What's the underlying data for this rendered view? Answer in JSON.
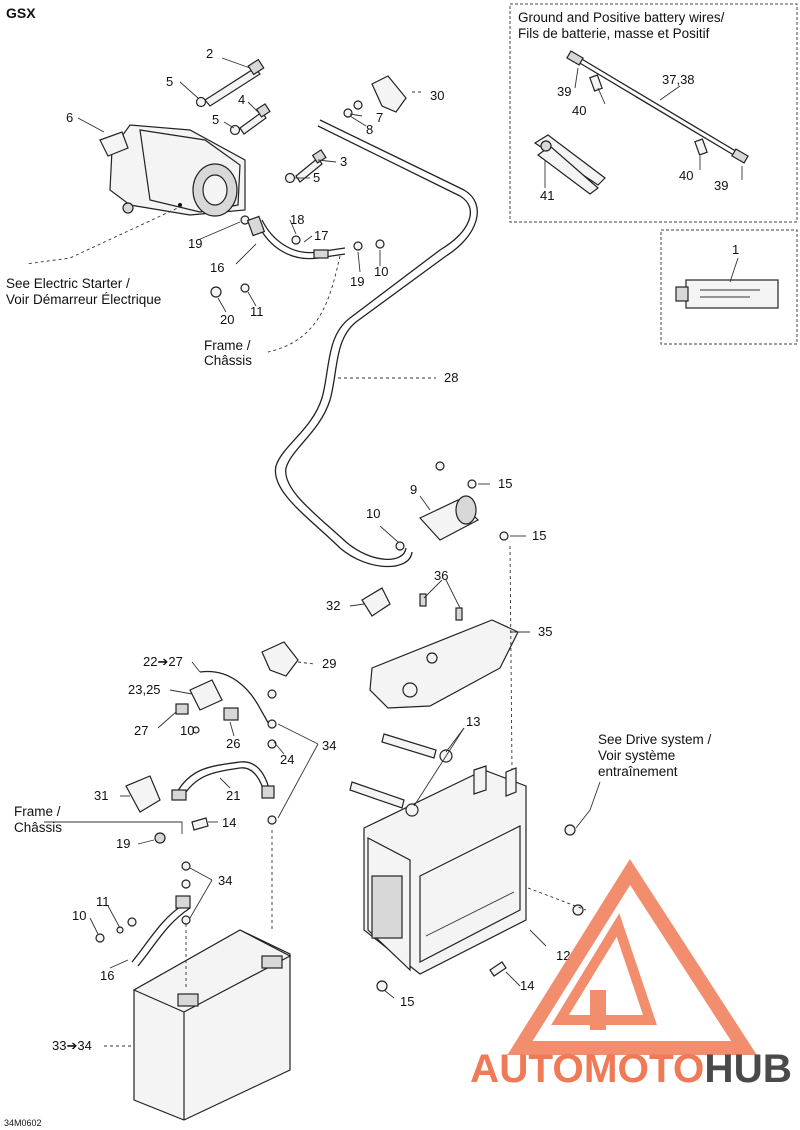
{
  "model_title": "GSX",
  "drawing_code": "34M0602",
  "inset_ground": {
    "title_en": "Ground and Positive battery wires/",
    "title_fr": "Fils de batterie, masse et Positif"
  },
  "notes": {
    "electric_starter_en": "See Electric Starter /",
    "electric_starter_fr": "Voir Démarreur Électrique",
    "frame_top_en": "Frame /",
    "frame_top_fr": "Châssis",
    "drive_en": "See Drive system /",
    "drive_fr1": "Voir système",
    "drive_fr2": "entraînement",
    "frame_bottom_en": "Frame /",
    "frame_bottom_fr": "Châssis"
  },
  "callouts": {
    "c1": "1",
    "c2": "2",
    "c3": "3",
    "c4": "4",
    "c5a": "5",
    "c5b": "5",
    "c5c": "5",
    "c6": "6",
    "c7": "7",
    "c8": "8",
    "c9": "9",
    "c10a": "10",
    "c10b": "10",
    "c10c": "10",
    "c11a": "11",
    "c11b": "11",
    "c12": "12",
    "c13": "13",
    "c14a": "14",
    "c14b": "14",
    "c15a": "15",
    "c15b": "15",
    "c15c": "15",
    "c16a": "16",
    "c16b": "16",
    "c17": "17",
    "c18": "18",
    "c19a": "19",
    "c19b": "19",
    "c19c": "19",
    "c20": "20",
    "c21": "21",
    "c22_27": "22➔27",
    "c23_25": "23,25",
    "c24": "24",
    "c26": "26",
    "c27": "27",
    "c28": "28",
    "c29": "29",
    "c30": "30",
    "c31": "31",
    "c32": "32",
    "c33_34": "33➔34",
    "c34a": "34",
    "c34b": "34",
    "c35": "35",
    "c36": "36",
    "c37_38": "37,38",
    "c39a": "39",
    "c39b": "39",
    "c40a": "40",
    "c40b": "40",
    "c41": "41"
  },
  "watermark": {
    "part1": "AUTOMOTO",
    "part2": "HUB",
    "color_primary": "#f07a55",
    "color_secondary": "#4a4a4a"
  }
}
